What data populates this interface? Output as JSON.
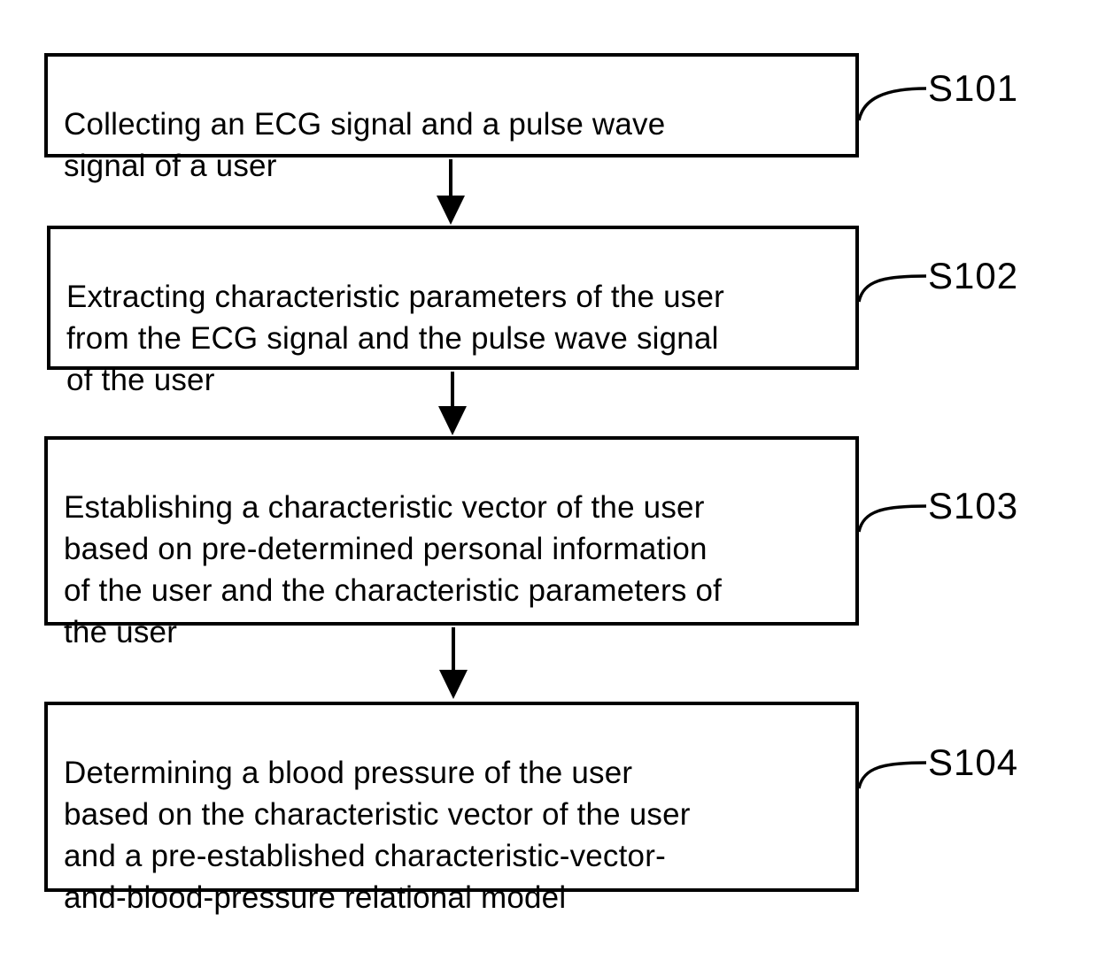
{
  "figure": {
    "type": "flowchart",
    "background": "#ffffff",
    "ink_color": "#000000",
    "steps": [
      {
        "label": "S101",
        "text": "Collecting an ECG signal and a pulse wave\nsignal of a user"
      },
      {
        "label": "S102",
        "text": "Extracting characteristic parameters of the user\nfrom the ECG signal and the pulse wave signal\nof the user"
      },
      {
        "label": "S103",
        "text": "Establishing a characteristic vector of the user\nbased on pre-determined personal information\nof the user and the characteristic parameters of\nthe user"
      },
      {
        "label": "S104",
        "text": "Determining a blood pressure of the user\nbased on the characteristic vector of the user\nand a pre-established characteristic-vector-\nand-blood-pressure relational model"
      }
    ]
  }
}
